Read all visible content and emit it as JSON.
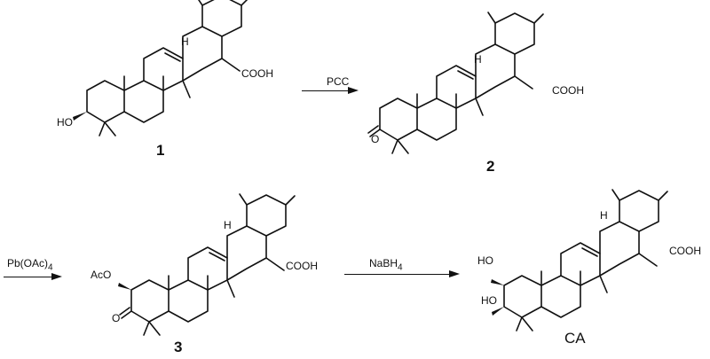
{
  "compounds": [
    {
      "id": "1",
      "number": "1",
      "labels": {
        "hydroxyl": "HO",
        "acid": "COOH",
        "h": "H"
      }
    },
    {
      "id": "2",
      "number": "2",
      "labels": {
        "ketone": "O",
        "acid": "COOH",
        "h": "H"
      }
    },
    {
      "id": "3",
      "number": "3",
      "labels": {
        "acetoxy": "AcO",
        "ketone": "O",
        "acid": "COOH",
        "h": "H"
      }
    },
    {
      "id": "CA",
      "number": "CA",
      "labels": {
        "hydroxyl_a": "HO",
        "hydroxyl_b": "HO",
        "acid": "COOH",
        "h": "H"
      }
    }
  ],
  "reactions": [
    {
      "reagent": "PCC"
    },
    {
      "reagent": "Pb(OAc)4"
    },
    {
      "reagent": "NaBH4"
    }
  ]
}
